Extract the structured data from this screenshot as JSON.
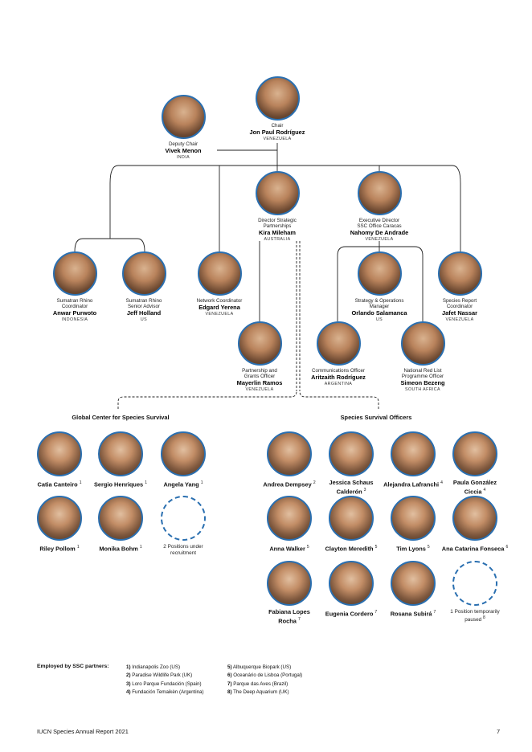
{
  "org": {
    "chair": {
      "role": "Chair",
      "name": "Jon Paul Rodríguez",
      "country": "VENEZUELA"
    },
    "deputy": {
      "role": "Deputy Chair",
      "name": "Vivek Menon",
      "country": "INDIA"
    },
    "kira": {
      "role": "Director Strategic Partnerships",
      "name": "Kira Mileham",
      "country": "AUSTRALIA"
    },
    "nahomy": {
      "role": "Executive Director SSC Office Caracas",
      "name": "Nahomy De Andrade",
      "country": "VENEZUELA"
    },
    "anwar": {
      "role": "Sumatran Rhino Coordinator",
      "name": "Anwar Purwoto",
      "country": "INDONESIA"
    },
    "jeff": {
      "role": "Sumatran Rhino Senior Advisor",
      "name": "Jeff Holland",
      "country": "US"
    },
    "edgard": {
      "role": "Network Coordinator",
      "name": "Edgard Yerena",
      "country": "VENEZUELA"
    },
    "orlando": {
      "role": "Strategy & Operations Manager",
      "name": "Orlando Salamanca",
      "country": "US"
    },
    "jafet": {
      "role": "Species Report Coordinator",
      "name": "Jafet Nassar",
      "country": "VENEZUELA"
    },
    "mayerlin": {
      "role": "Partnership and Grants Officer",
      "name": "Mayerlin Ramos",
      "country": "VENEZUELA"
    },
    "aritzaith": {
      "role": "Communications Officer",
      "name": "Aritzaith Rodríguez",
      "country": "ARGENTINA"
    },
    "simeon": {
      "role": "National Red List Programme Officer",
      "name": "Simeon Bezeng",
      "country": "SOUTH AFRICA"
    }
  },
  "sections": {
    "global_center": "Global Center for Species Survival",
    "sso": "Species Survival Officers"
  },
  "staff": {
    "catia": {
      "name": "Catia Canteiro",
      "sup": "1"
    },
    "sergio": {
      "name": "Sergio Henriques",
      "sup": "1"
    },
    "angela": {
      "name": "Angela Yang",
      "sup": "1"
    },
    "riley": {
      "name": "Riley Pollom",
      "sup": "1"
    },
    "monika": {
      "name": "Monika Bohm",
      "sup": "1"
    },
    "positions": {
      "note": "2 Positions under recruitment"
    },
    "andrea": {
      "name": "Andrea Dempsey",
      "sup": "2"
    },
    "jessica": {
      "name": "Jessica Schaus Calderón",
      "sup": "3"
    },
    "alejandra": {
      "name": "Alejandra Lafranchi",
      "sup": "4"
    },
    "paula": {
      "name": "Paula González Ciccia",
      "sup": "4"
    },
    "anna": {
      "name": "Anna Walker",
      "sup": "5"
    },
    "clayton": {
      "name": "Clayton Meredith",
      "sup": "5"
    },
    "tim": {
      "name": "Tim Lyons",
      "sup": "5"
    },
    "ana": {
      "name": "Ana Catarina Fonseca",
      "sup": "6"
    },
    "fabiana": {
      "name": "Fabiana Lopes Rocha",
      "sup": "7"
    },
    "eugenia": {
      "name": "Eugenia Cordero",
      "sup": "7"
    },
    "rosana": {
      "name": "Rosana Subirá",
      "sup": "7"
    },
    "paused": {
      "note": "1 Position temporarily paused",
      "sup": "8"
    }
  },
  "partners": {
    "label": "Employed by SSC partners:",
    "list": [
      {
        "num": "1)",
        "text": "Indianapolis Zoo (US)"
      },
      {
        "num": "2)",
        "text": "Paradise Wildlife Park (UK)"
      },
      {
        "num": "3)",
        "text": "Loro Parque Fundación (Spain)"
      },
      {
        "num": "4)",
        "text": "Fundación Temaikèn (Argentina)"
      },
      {
        "num": "5)",
        "text": "Albuquerque Biopark (US)"
      },
      {
        "num": "6)",
        "text": "Oceanário de Lisboa (Portugal)"
      },
      {
        "num": "7)",
        "text": "Parque das Aves (Brazil)"
      },
      {
        "num": "8)",
        "text": "The Deep Aquarium (UK)"
      }
    ]
  },
  "footer": {
    "title": "IUCN Species Annual Report 2021",
    "page": "7"
  }
}
